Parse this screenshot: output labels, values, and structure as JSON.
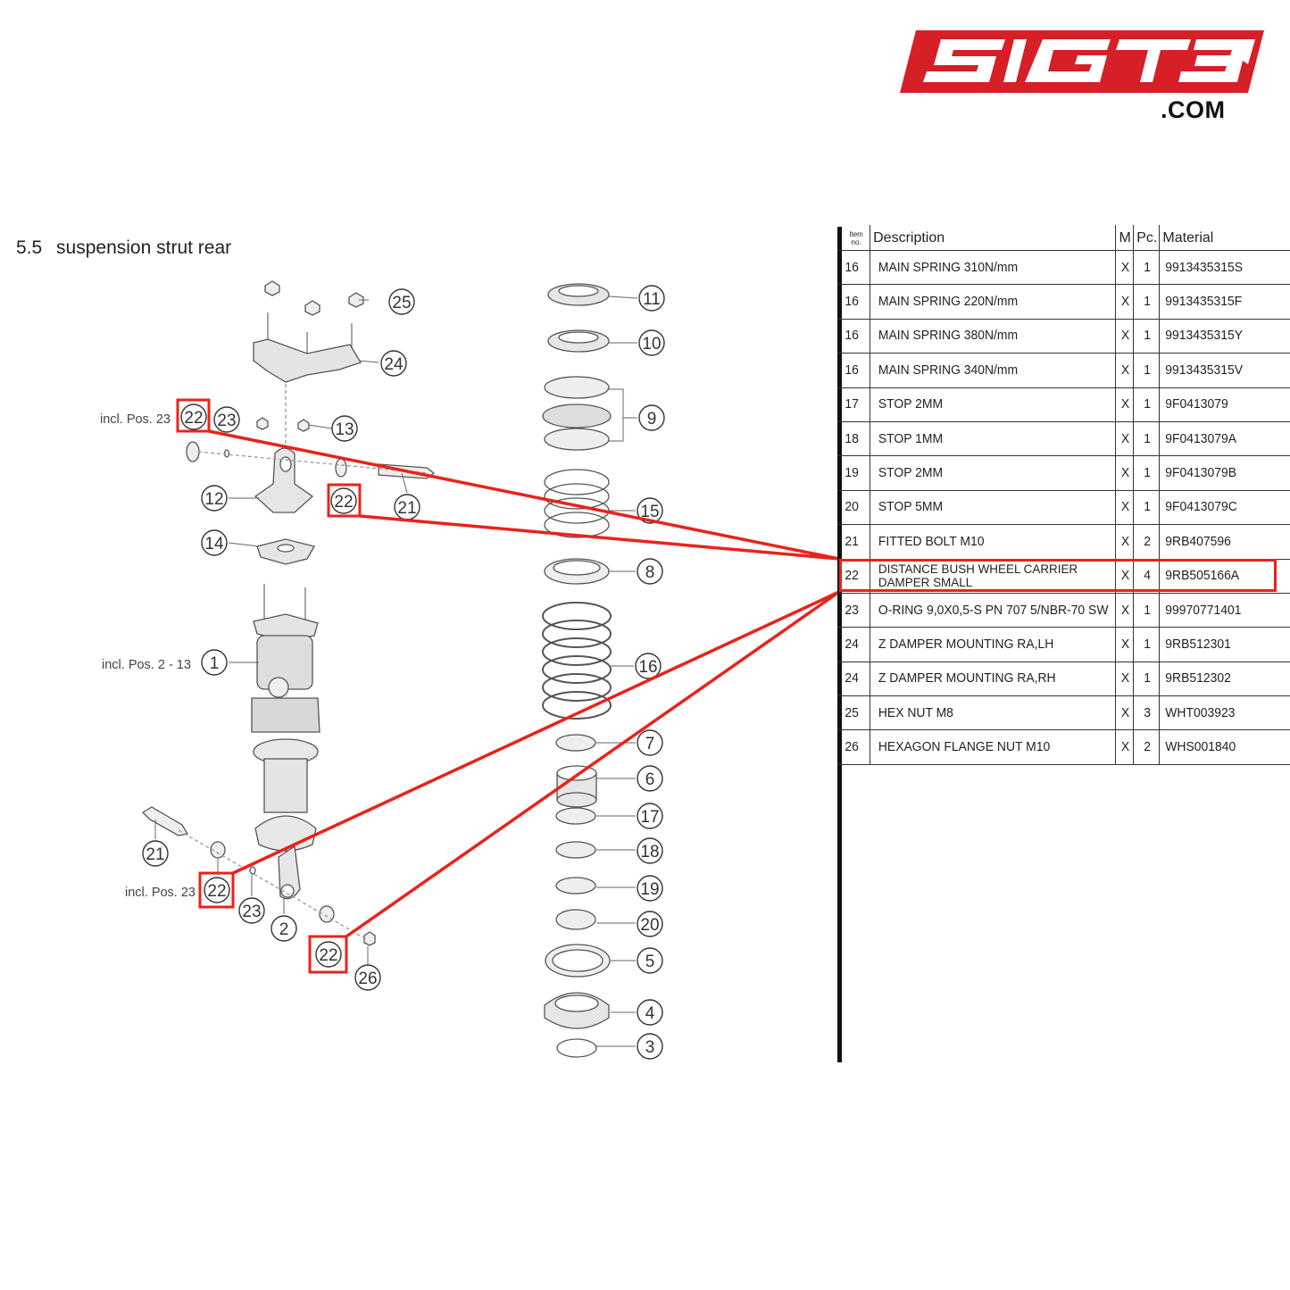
{
  "brand": {
    "logo_text": "SIGT3",
    "domain_suffix": ".COM",
    "color": "#d61f26"
  },
  "section": {
    "number": "5.5",
    "title": "suspension strut rear"
  },
  "highlight_color": "#e8231a",
  "diagram": {
    "incl_labels": [
      "incl. Pos. 23",
      "incl. Pos. 2 - 13",
      "incl. Pos. 23"
    ],
    "callouts": [
      "25",
      "24",
      "22",
      "23",
      "13",
      "12",
      "22",
      "21",
      "14",
      "1",
      "21",
      "22",
      "23",
      "2",
      "22",
      "26",
      "11",
      "10",
      "9",
      "15",
      "8",
      "16",
      "7",
      "6",
      "17",
      "18",
      "19",
      "20",
      "5",
      "4",
      "3"
    ]
  },
  "table": {
    "headers": {
      "item": "Item no.",
      "description": "Description",
      "m": "M",
      "pc": "Pc.",
      "material": "Material"
    },
    "rows": [
      {
        "item": "16",
        "description": "MAIN SPRING 310N/mm",
        "m": "X",
        "pc": "1",
        "material": "9913435315S"
      },
      {
        "item": "16",
        "description": "MAIN SPRING 220N/mm",
        "m": "X",
        "pc": "1",
        "material": "9913435315F"
      },
      {
        "item": "16",
        "description": "MAIN SPRING 380N/mm",
        "m": "X",
        "pc": "1",
        "material": "9913435315Y"
      },
      {
        "item": "16",
        "description": "MAIN SPRING 340N/mm",
        "m": "X",
        "pc": "1",
        "material": "9913435315V"
      },
      {
        "item": "17",
        "description": "STOP 2MM",
        "m": "X",
        "pc": "1",
        "material": "9F0413079"
      },
      {
        "item": "18",
        "description": "STOP 1MM",
        "m": "X",
        "pc": "1",
        "material": "9F0413079A"
      },
      {
        "item": "19",
        "description": "STOP 2MM",
        "m": "X",
        "pc": "1",
        "material": "9F0413079B"
      },
      {
        "item": "20",
        "description": "STOP 5MM",
        "m": "X",
        "pc": "1",
        "material": "9F0413079C"
      },
      {
        "item": "21",
        "description": "FITTED BOLT M10",
        "m": "X",
        "pc": "2",
        "material": "9RB407596"
      },
      {
        "item": "22",
        "description": "DISTANCE BUSH WHEEL CARRIER DAMPER SMALL",
        "m": "X",
        "pc": "4",
        "material": "9RB505166A",
        "highlighted": true
      },
      {
        "item": "23",
        "description": "O-RING 9,0X0,5-S PN 707 5/NBR-70 SW",
        "m": "X",
        "pc": "1",
        "material": "99970771401"
      },
      {
        "item": "24",
        "description": "Z DAMPER MOUNTING RA,LH",
        "m": "X",
        "pc": "1",
        "material": "9RB512301"
      },
      {
        "item": "24",
        "description": "Z DAMPER MOUNTING RA,RH",
        "m": "X",
        "pc": "1",
        "material": "9RB512302"
      },
      {
        "item": "25",
        "description": "HEX NUT M8",
        "m": "X",
        "pc": "3",
        "material": "WHT003923"
      },
      {
        "item": "26",
        "description": "HEXAGON FLANGE NUT M10",
        "m": "X",
        "pc": "2",
        "material": "WHS001840"
      }
    ]
  }
}
